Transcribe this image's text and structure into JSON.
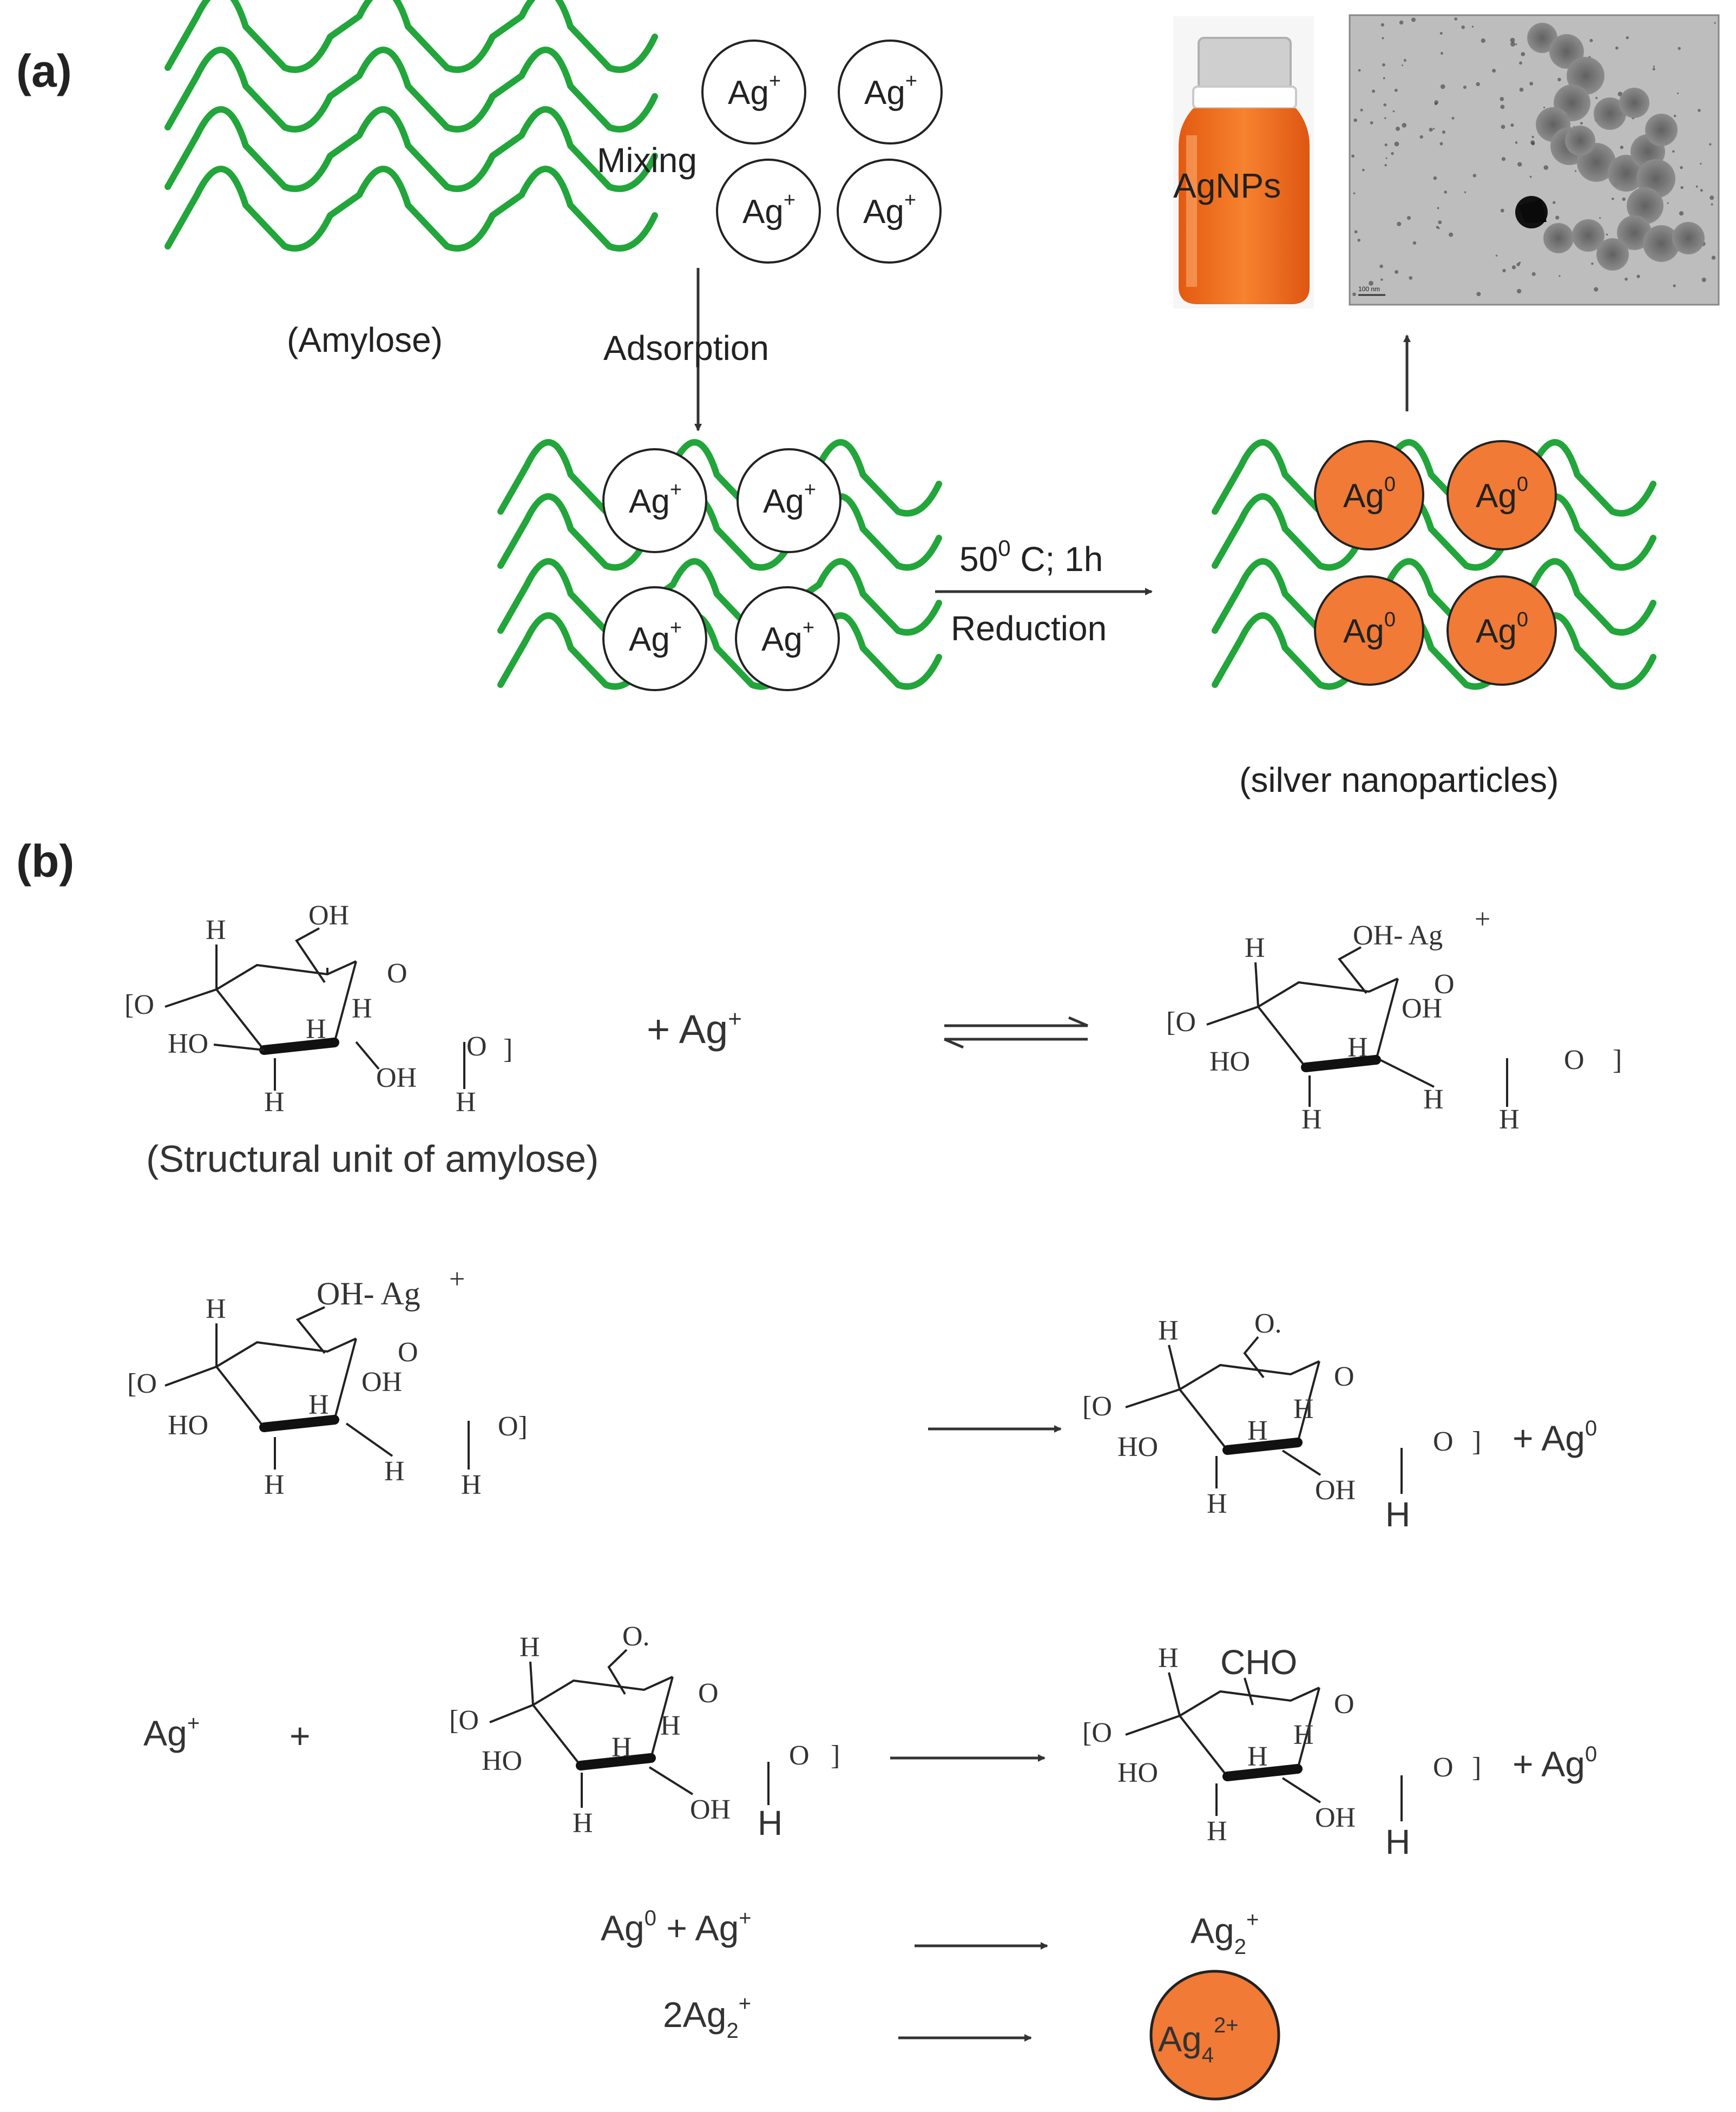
{
  "panel_a": {
    "label": "(a)",
    "amylose_label": "(Amylose)",
    "mixing_label": "Mixing",
    "adsorption_label": "Adsorption",
    "ion_label": "Ag",
    "ion_charge": "+",
    "reduced_label": "Ag",
    "reduced_charge": "0",
    "condition_label": "50",
    "condition_deg": "0",
    "condition_rest": " C; 1h",
    "reduction_label": "Reduction",
    "bottle_label": "AgNPs",
    "product_label": "(silver nanoparticles)",
    "tem_scale_text": "100 nm"
  },
  "panel_b": {
    "label": "(b)",
    "unit_label": "(Structural unit of amylose)",
    "plus_ag": "+ Ag",
    "plus_sign": "+",
    "ag_plus": "Ag",
    "oh_ag": "OH- Ag",
    "ag0": "+ Ag",
    "cho": "CHO",
    "o_dot": "O.",
    "reaction4_left": "Ag",
    "reaction4_mid": " + Ag",
    "reaction4_right": "Ag",
    "reaction5_left": "2Ag",
    "reaction5_right": "Ag",
    "sub2": "2",
    "sub4": "4",
    "charge_plus": "+",
    "charge_zero": "0",
    "charge_2plus": "2+"
  },
  "colors": {
    "amylose_green": "#22a53a",
    "silver_orange": "#f07a36",
    "bottle_liquid": "#f36b1c"
  }
}
